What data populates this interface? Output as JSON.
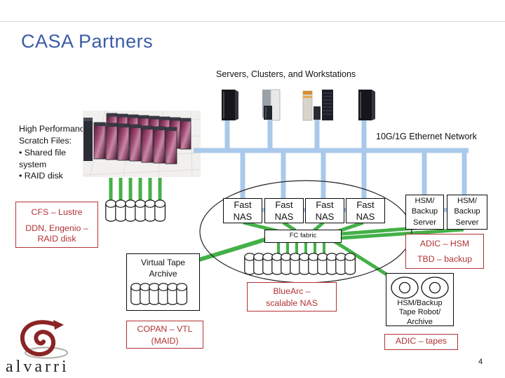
{
  "slide": {
    "title": "CASA Partners",
    "page_number": "4"
  },
  "header": {
    "servers_label": "Servers, Clusters, and Workstations",
    "ethernet_label": "10G/1G Ethernet Network"
  },
  "scratch": {
    "title": "High Performance Scratch Files:",
    "bullets": [
      "Shared file system",
      "RAID disk"
    ]
  },
  "partners": {
    "cfs": "CFS – Lustre",
    "ddn": "DDN, Engenio – RAID disk",
    "adic_hsm": "ADIC – HSM",
    "tbd": "TBD – backup",
    "bluearc": [
      "BlueArc –",
      "scalable NAS"
    ],
    "copan": [
      "COPAN – VTL",
      "(MAID)"
    ],
    "adic_tapes": "ADIC – tapes"
  },
  "diagram": {
    "nas_labels": [
      "Fast NAS",
      "Fast NAS",
      "Fast NAS",
      "Fast NAS"
    ],
    "fc_fabric": "FC fabric",
    "hsm_servers": [
      "HSM/ Backup Server",
      "HSM/ Backup Server"
    ],
    "virtual_tape": "Virtual Tape Archive",
    "tape_robot": [
      "HSM/Backup",
      "Tape Robot/",
      "Archive"
    ]
  },
  "logo": {
    "text": "alvarri"
  },
  "colors": {
    "title_blue": "#3b5ca8",
    "label_red": "#b23232",
    "network_blue": "#a9c9ea",
    "fc_green": "#44b048"
  }
}
